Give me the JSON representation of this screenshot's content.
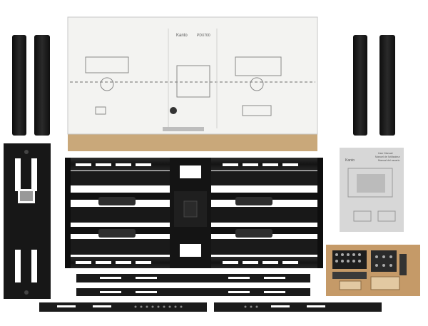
{
  "box": {
    "brand": "Kanto",
    "model": "PDX700"
  },
  "manual": {
    "brand": "Kanto",
    "title_lines": [
      "User Manual",
      "Manuel de l'utilisateur",
      "Manual del usuario"
    ]
  },
  "colors": {
    "metal": "#1c1c1c",
    "cardboard": "#c9a87a",
    "kraft_tray": "#c59a68",
    "manual_cover": "#d7d7d7",
    "background": "#ffffff"
  },
  "icons": [
    "spacer-bar",
    "mount-plate",
    "articulating-arm",
    "vesa-bracket",
    "hardware-pack"
  ]
}
